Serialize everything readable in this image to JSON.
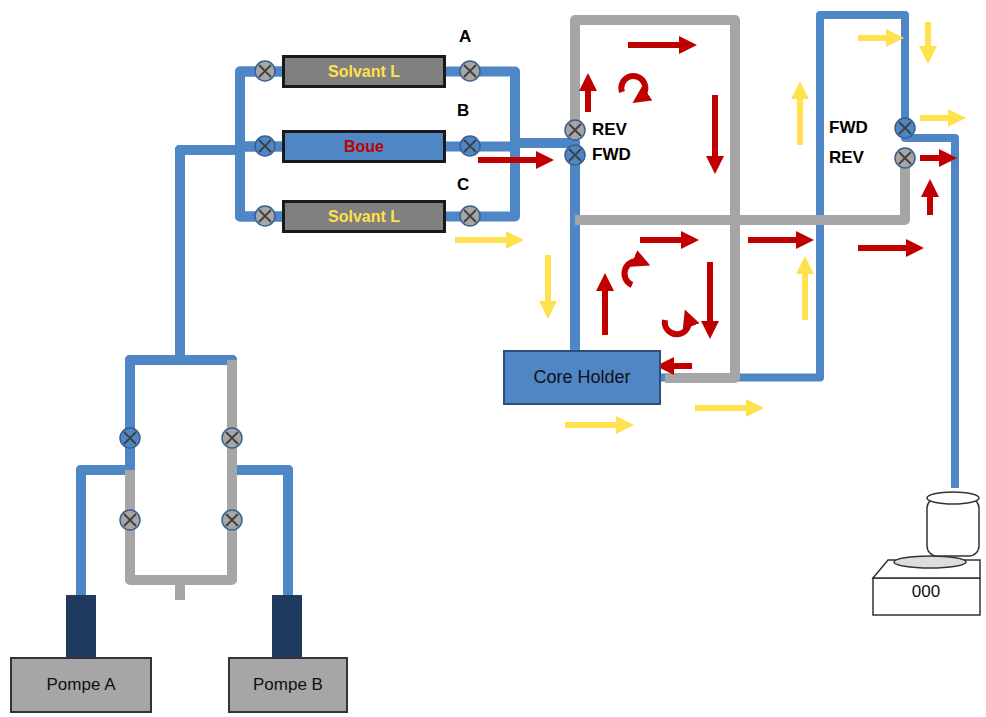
{
  "diagram": {
    "nodes": [
      {
        "text": [
          "Solvant L"
        ]
      },
      {
        "text": [
          "Boue"
        ]
      },
      {
        "text": [
          "Solvant L"
        ]
      },
      {
        "text": [
          "Core Holder"
        ]
      },
      {
        "text": [
          "000"
        ]
      },
      {
        "text": [
          "Pompe A"
        ]
      },
      {
        "text": [
          "Pompe B"
        ]
      }
    ],
    "edges": [
      {
        "from": 5,
        "to": 0,
        "arrow": "none"
      },
      {
        "from": 5,
        "to": 1,
        "arrow": "none"
      },
      {
        "from": 5,
        "to": 2,
        "arrow": "none"
      },
      {
        "from": 6,
        "to": 0,
        "arrow": "none"
      },
      {
        "from": 6,
        "to": 1,
        "arrow": "none"
      },
      {
        "from": 6,
        "to": 2,
        "arrow": "none"
      },
      {
        "from": 0,
        "to": 3,
        "arrow": "none"
      },
      {
        "from": 1,
        "to": 3,
        "arrow": "none"
      },
      {
        "from": 2,
        "to": 3,
        "arrow": "none"
      },
      {
        "from": 3,
        "to": 4,
        "arrow": "none"
      }
    ],
    "labels": [
      "A",
      "B",
      "C",
      "REV",
      "FWD",
      "FWD",
      "REV"
    ]
  }
}
